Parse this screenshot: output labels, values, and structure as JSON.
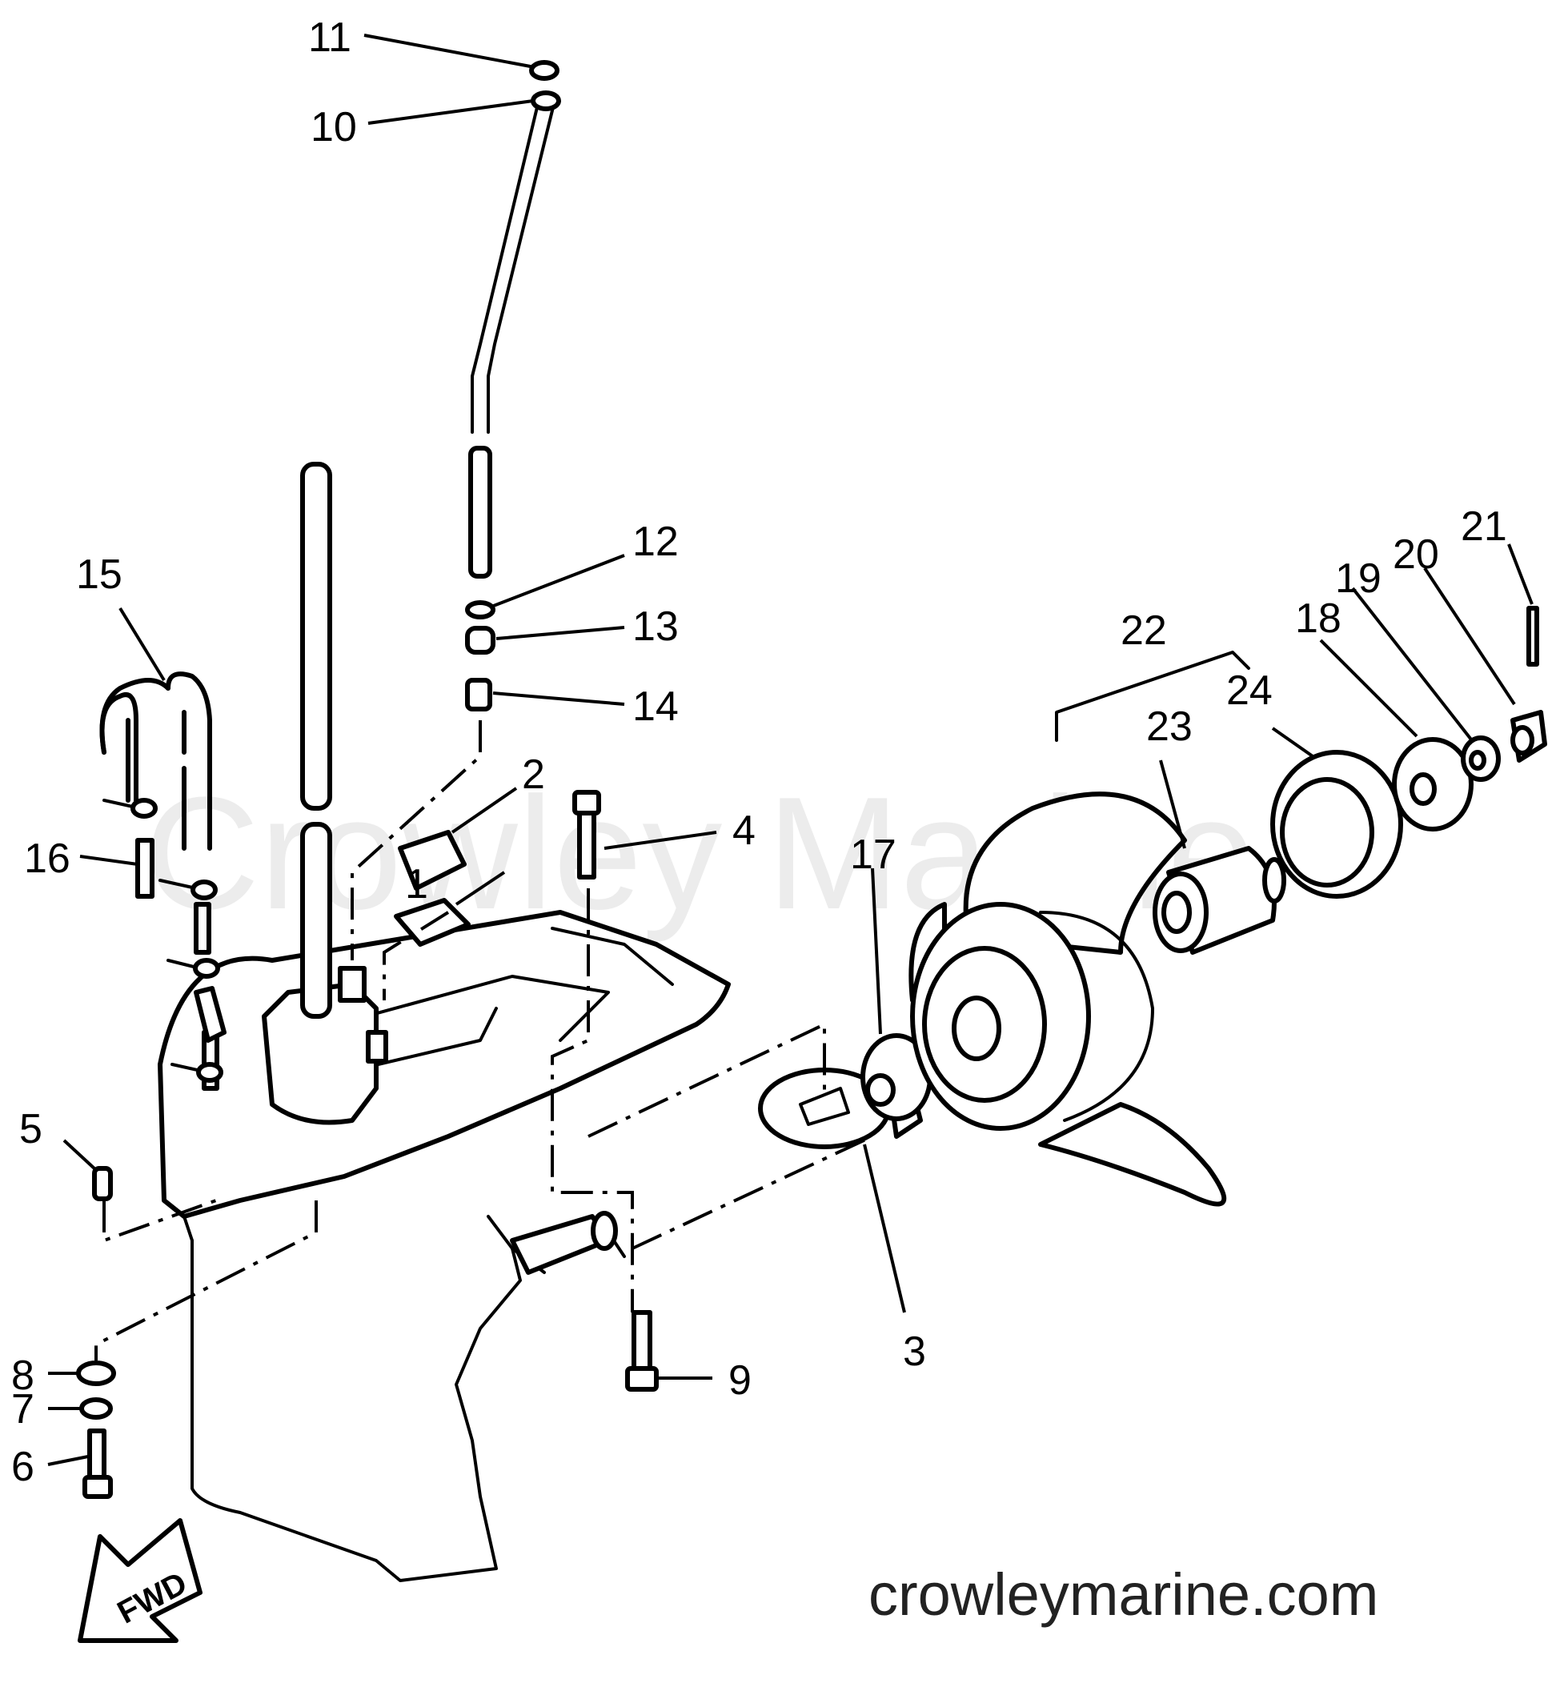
{
  "watermark": "Crowley Marine",
  "site_url": "crowleymarine.com",
  "direction_arrow": "FWD",
  "callouts": [
    "1",
    "2",
    "3",
    "4",
    "5",
    "6",
    "7",
    "8",
    "9",
    "10",
    "11",
    "12",
    "13",
    "14",
    "15",
    "16",
    "17",
    "18",
    "19",
    "20",
    "21",
    "22",
    "23",
    "24"
  ]
}
